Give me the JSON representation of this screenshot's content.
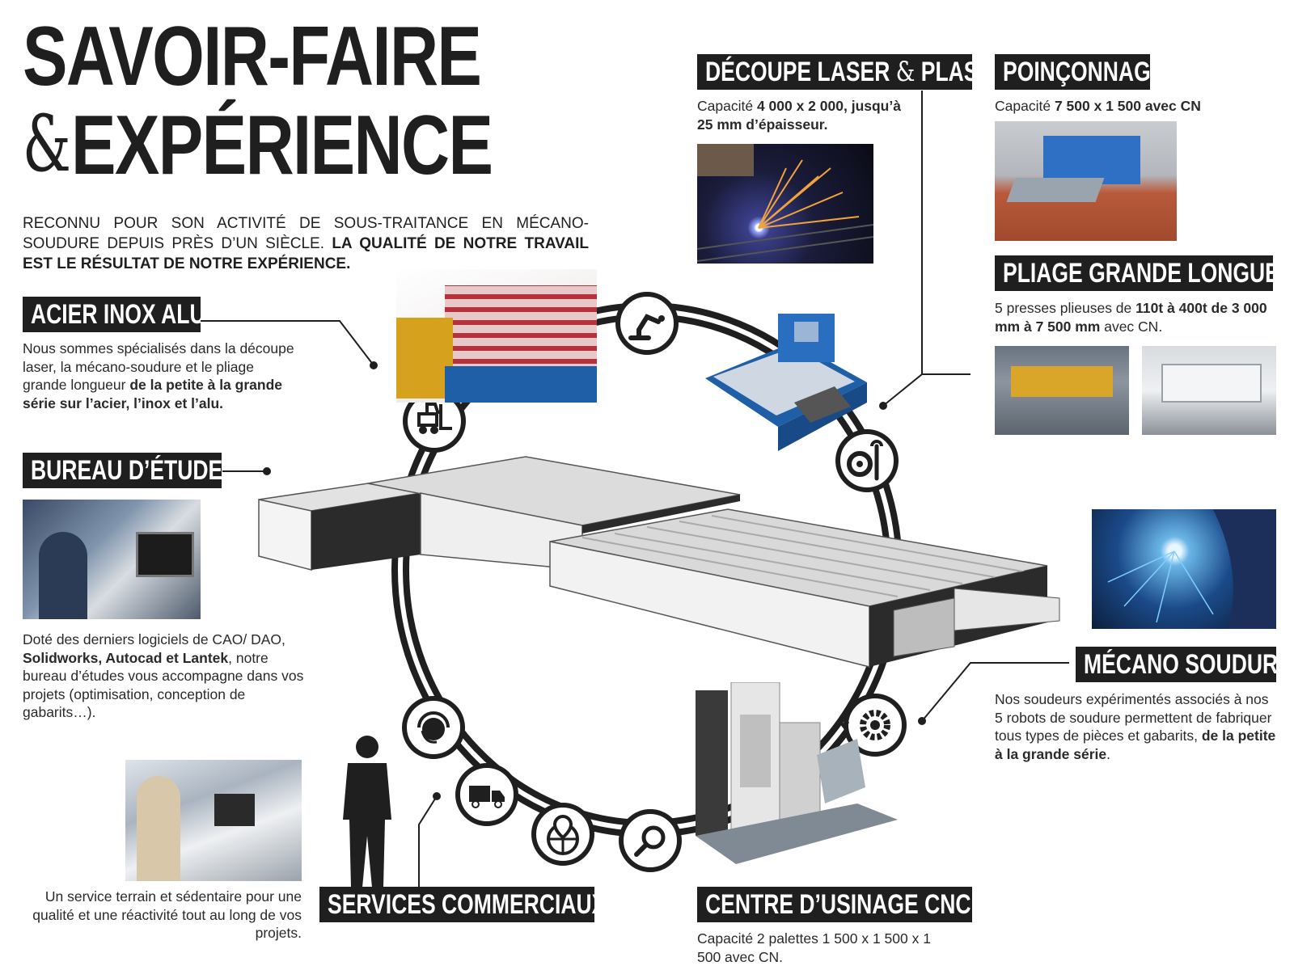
{
  "header": {
    "line1": "SAVOIR-FAIRE",
    "amp": "&",
    "line2": "EXPÉRIENCE"
  },
  "intro": {
    "normal": "RECONNU POUR SON ACTIVITÉ DE SOUS-TRAITANCE EN MÉCANO-SOUDURE DEPUIS PRÈS D’UN SIÈCLE. ",
    "bold": "LA QUALITÉ DE NOTRE TRAVAIL EST LE RÉSULTAT DE NOTRE EXPÉRIENCE."
  },
  "sections": {
    "acier": {
      "label": "ACIER INOX ALU",
      "text_normal": "Nous sommes spécialisés dans la découpe laser, la mécano-soudure et le pliage grande longueur ",
      "text_bold": "de la petite à la grande série sur l’acier, l’inox et l’alu."
    },
    "bureau": {
      "label": "BUREAU D’ÉTUDES",
      "text_1": "Doté des derniers logiciels de CAO/ DAO, ",
      "text_bold": "Solidworks, Autocad et Lantek",
      "text_2": ", notre bureau d’études vous accompagne dans vos projets (optimisation, conception de gabarits…)."
    },
    "services": {
      "label": "SERVICES COMMERCIAUX",
      "text": "Un service terrain et sédentaire pour une qualité et une réactivité tout au long de vos projets."
    },
    "decoupe": {
      "label_1": "DÉCOUPE LASER",
      "label_amp": "&",
      "label_2": "PLASMA",
      "text_normal": "Capacité ",
      "text_bold": "4 000 x 2 000, jusqu’à 25 mm d’épaisseur."
    },
    "poinconnage": {
      "label": "POINÇONNAGE",
      "text_normal": "Capacité ",
      "text_bold": "7 500 x 1 500 avec CN"
    },
    "pliage": {
      "label": "PLIAGE GRANDE LONGUEUR",
      "text_1": "5 presses plieuses de ",
      "text_bold_1": "110t à 400t de 3 000 mm à 7 500 mm",
      "text_2": " avec CN."
    },
    "mecano": {
      "label": "MÉCANO SOUDURE",
      "text_1": "Nos soudeurs expérimentés associés à nos 5 robots de soudure permettent de fabriquer tous types de pièces et gabarits, ",
      "text_bold": "de la petite à la grande série",
      "text_2": "."
    },
    "cnc": {
      "label": "CENTRE D’USINAGE CNC",
      "text": "Capacité 2 palettes 1 500 x 1 500 x 1 500 avec CN."
    }
  },
  "colors": {
    "ink": "#1f1f1f",
    "rack_red": "#b5323a",
    "machine_blue": "#1f5fa8",
    "spark_orange": "#f2a33a",
    "weld_blue": "#1b4a8a"
  },
  "icons": [
    "robot-arm-icon",
    "forklift-icon",
    "wheel-wrench-icon",
    "gear-icon",
    "magnifier-icon",
    "globe-pin-icon",
    "truck-icon",
    "headset-icon"
  ]
}
